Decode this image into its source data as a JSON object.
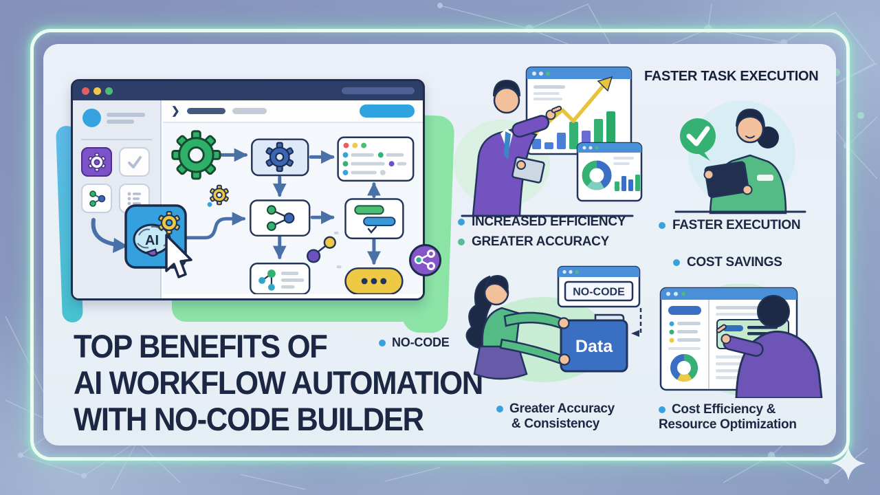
{
  "title": {
    "line1": "TOP BENEFITS OF",
    "line2": "AI WORKFLOW AUTOMATION",
    "line3": "WITH NO-CODE BUILDER"
  },
  "side_note": {
    "label": "NO-CODE"
  },
  "sections": {
    "efficiency": {
      "bullets": [
        {
          "label": "INCREASED EFFICIENCY",
          "color": "#38a2da"
        },
        {
          "label": "GREATER ACCURACY",
          "color": "#57bd92"
        }
      ]
    },
    "speed": {
      "heading": "FASTER TASK EXECUTION",
      "bullets": [
        {
          "label": "FASTER EXECUTION",
          "color": "#38a2da"
        },
        {
          "label": "COST SAVINGS",
          "color": "#38a2da"
        }
      ]
    },
    "accuracy": {
      "bullet": {
        "line1": "Greater Accuracy",
        "line2": "& Consistency",
        "color": "#38a2da"
      }
    },
    "cost": {
      "bullet": {
        "line1": "Cost Efficiency &",
        "line2": "Resource Optimization",
        "color": "#38a2da"
      }
    }
  },
  "workflow_builder": {
    "ai_label": "AI"
  },
  "data_illustration": {
    "window_label": "NO-CODE",
    "folder_label": "Data"
  },
  "icons": {
    "gear": "⚙",
    "check": "✓",
    "share-nodes": "⑃",
    "list": "☰",
    "ellipsis": "•••",
    "cursor-arrow": "➤",
    "chevron-right": "❯",
    "sparkle": "✦",
    "check-bubble": "✔",
    "trend-arrow": "↗",
    "traffic-lights": "●●●"
  },
  "colors": {
    "background": "#8c9cc2",
    "frame_glow": "#bdeeda",
    "card": "#eaeff7",
    "text_navy": "#1c2743",
    "browser_bar": "#2d3e68",
    "accent_blue": "#35a0de",
    "accent_green": "#35b273",
    "accent_purple": "#7453c0",
    "accent_yellow": "#eec943",
    "bullet_blue": "#38a2da",
    "bullet_green": "#57bd92",
    "window_header_blue": "#4a90d9",
    "folder_blue": "#3a6fc4"
  }
}
